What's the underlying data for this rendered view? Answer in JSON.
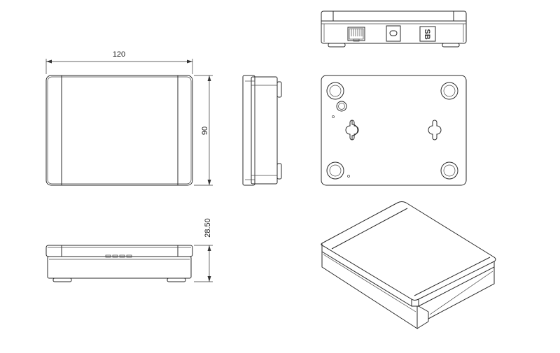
{
  "dimensions": {
    "width_label": "120",
    "height_label": "90",
    "depth_label": "28.50"
  },
  "rear_panel": {
    "logo_text": "SB"
  }
}
